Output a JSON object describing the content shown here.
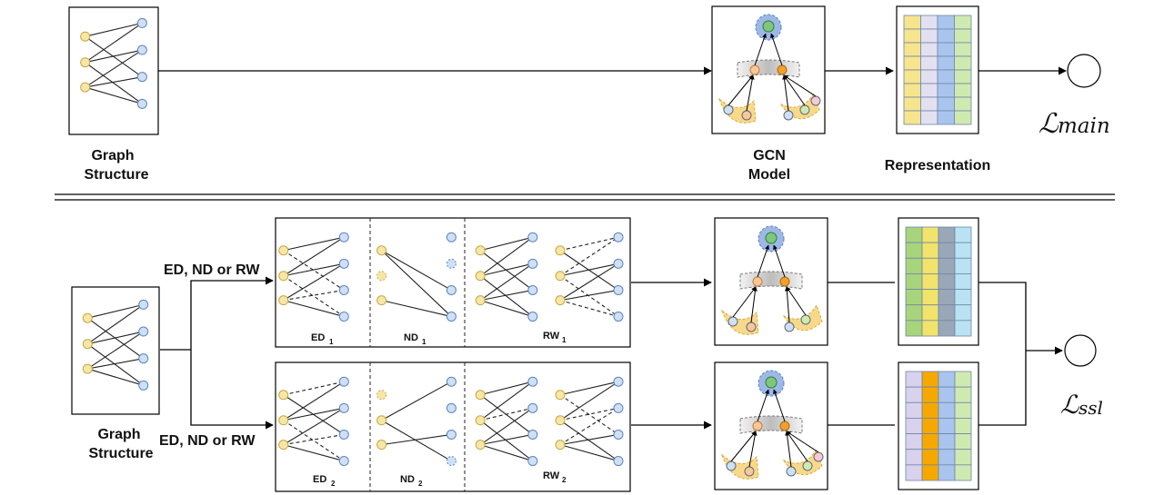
{
  "top": {
    "graph_label_line1": "Graph",
    "graph_label_line2": "Structure",
    "gcn_label_line1": "GCN",
    "gcn_label_line2": "Model",
    "representation_label": "Representation",
    "loss_symbol": "ℒ",
    "loss_subscript": "main"
  },
  "bottom": {
    "graph_label_line1": "Graph",
    "graph_label_line2": "Structure",
    "branch_top_label": "ED, ND or RW",
    "branch_bottom_label": "ED, ND or RW",
    "panels_top": [
      {
        "name": "ED",
        "sub": "1"
      },
      {
        "name": "ND",
        "sub": "1"
      },
      {
        "name": "RW",
        "sub": "1"
      }
    ],
    "panels_bottom": [
      {
        "name": "ED",
        "sub": "2"
      },
      {
        "name": "ND",
        "sub": "2"
      },
      {
        "name": "RW",
        "sub": "2"
      }
    ],
    "loss_symbol": "ℒ",
    "loss_subscript": "ssl"
  },
  "colors": {
    "user_node": "#f6e7a8",
    "item_node": "#cfe0f5",
    "gcn_target": "#7fc77f",
    "gcn_halo": "#9db8e6",
    "gcn_orange": "#f0a030",
    "gcn_peach": "#f7c89a",
    "gcn_yellow_blob": "#f8d98a",
    "gcn_gray_band": "#c8c8c8"
  },
  "matrix_columns": {
    "top": [
      "#f6e58d",
      "#e3e0f0",
      "#a9c5ee",
      "#cfeab0"
    ],
    "ssl_top": [
      "#a8d47c",
      "#f2e36a",
      "#9aa7b8",
      "#b9e3f2"
    ],
    "ssl_bottom": [
      "#d8d2ee",
      "#f6a800",
      "#a9c5ee",
      "#cfeab0"
    ]
  }
}
